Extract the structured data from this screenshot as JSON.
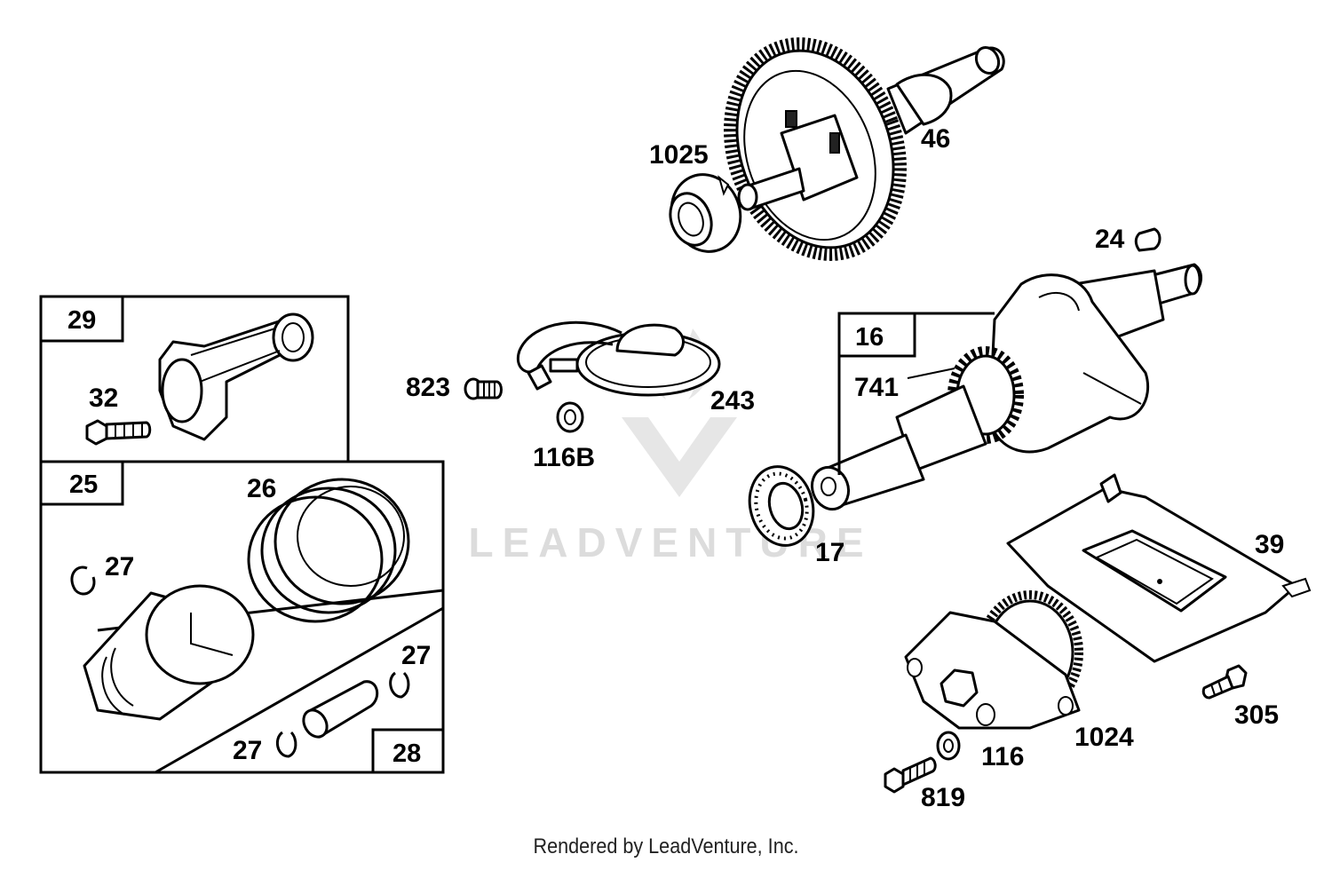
{
  "watermark": {
    "text": "LEADVENTURE"
  },
  "footer": {
    "text": "Rendered by LeadVenture, Inc."
  },
  "callouts": {
    "c1025": "1025",
    "c46": "46",
    "c24": "24",
    "c29": "29",
    "c32": "32",
    "c823": "823",
    "c243": "243",
    "c116b": "116B",
    "c16": "16",
    "c741": "741",
    "c25": "25",
    "c26": "26",
    "c27a": "27",
    "c27b": "27",
    "c27c": "27",
    "c28": "28",
    "c17": "17",
    "c39": "39",
    "c305": "305",
    "c1024": "1024",
    "c116": "116",
    "c819": "819"
  }
}
